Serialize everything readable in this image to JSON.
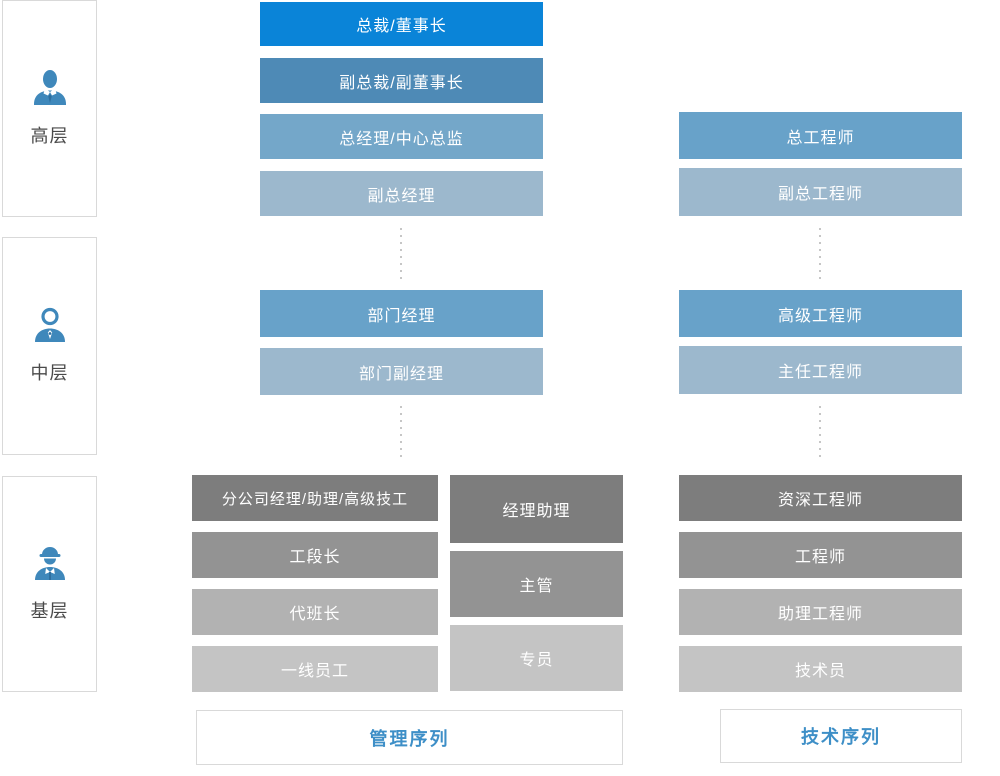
{
  "palette": {
    "bright_blue": "#0a84d8",
    "steel_blue": "#4e8ab6",
    "medium_blue": "#74a7c9",
    "medium_blue_alt": "#68a2c9",
    "light_blue": "#9cb8cd",
    "gray_dark": "#7d7d7d",
    "gray_medium": "#939393",
    "gray_light": "#b2b2b2",
    "gray_lightest": "#c4c4c4",
    "border_gray": "#d9d9d9",
    "accent_text_blue": "#3e8fc7",
    "icon_blue": "#3f88bb",
    "dot_gray": "#c6c6c6"
  },
  "levels": [
    {
      "label": "高层",
      "icon": "executive-icon"
    },
    {
      "label": "中层",
      "icon": "manager-icon"
    },
    {
      "label": "基层",
      "icon": "worker-icon"
    }
  ],
  "management": {
    "top": [
      "总裁/董事长",
      "副总裁/副董事长",
      "总经理/中心总监",
      "副总经理"
    ],
    "middle": [
      "部门经理",
      "部门副经理"
    ],
    "bottom_left": [
      "分公司经理/助理/高级技工",
      "工段长",
      "代班长",
      "一线员工"
    ],
    "bottom_right": [
      "经理助理",
      "主管",
      "专员"
    ],
    "footer": "管理序列"
  },
  "technical": {
    "top": [
      "总工程师",
      "副总工程师"
    ],
    "middle": [
      "高级工程师",
      "主任工程师"
    ],
    "bottom": [
      "资深工程师",
      "工程师",
      "助理工程师",
      "技术员"
    ],
    "footer": "技术序列"
  }
}
